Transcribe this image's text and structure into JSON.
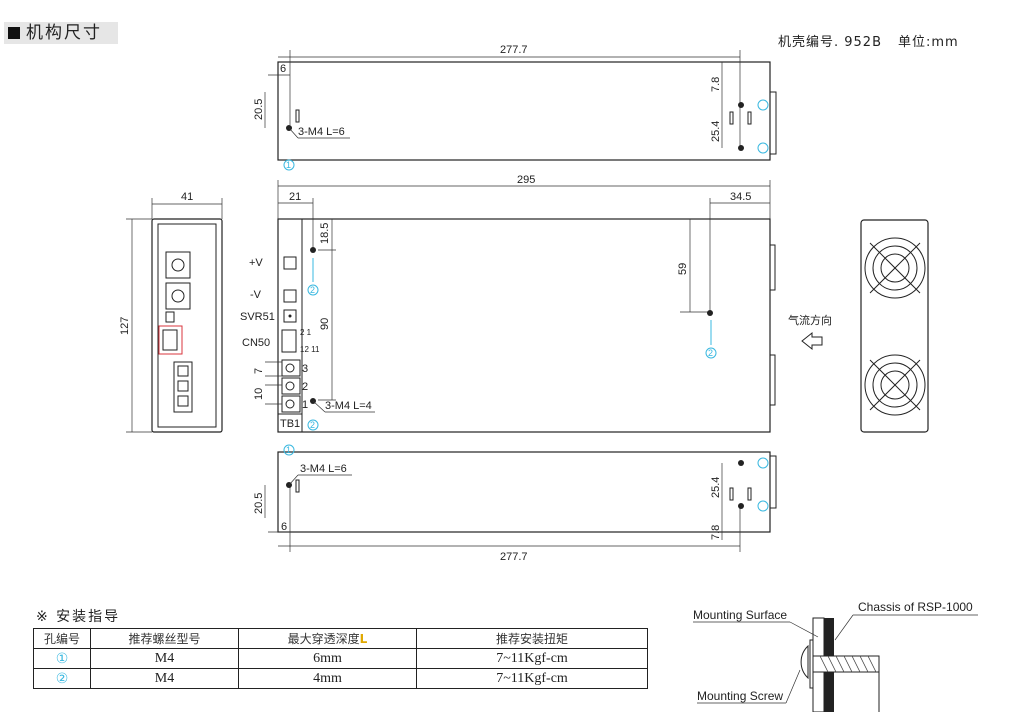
{
  "header": {
    "title": "机构尺寸",
    "case_no": "机壳编号. 952B",
    "unit": "单位:mm"
  },
  "top_view": {
    "length": "277.7",
    "offset": "6",
    "height": "20.5",
    "right_top": "7.8",
    "right_spacing": "25.4",
    "screw": "3-M4  L=6",
    "hole_label": "①"
  },
  "front_view": {
    "length": "295",
    "left_offset": "21",
    "right_offset": "34.5",
    "vert_right": "59",
    "vert_top": "18.5",
    "vert_mid": "90",
    "screw": "3-M4  L=4",
    "hole_label": "②",
    "terminals": [
      "+V",
      "-V",
      "SVR51",
      "CN50"
    ],
    "cn_pins_top": "2 1",
    "cn_pins_bottom": "12 11",
    "tb_numbers": [
      "3",
      "2",
      "1"
    ],
    "tb_pitch": "7",
    "tb_spacing": "10",
    "tb_name": "TB1"
  },
  "side_view": {
    "width": "41",
    "height": "127"
  },
  "airflow": {
    "label": "气流方向"
  },
  "bottom_view": {
    "length": "277.7",
    "offset": "6",
    "height": "20.5",
    "right_bottom": "7.8",
    "right_spacing": "25.4",
    "screw": "3-M4  L=6",
    "hole_label": "①"
  },
  "install": {
    "title": "※ 安装指导",
    "headers": [
      "孔编号",
      "推荐螺丝型号",
      "最大穿透深度",
      "推荐安装扭矩"
    ],
    "header_highlight": "L",
    "rows": [
      {
        "hole": "①",
        "screw": "M4",
        "depth": "6mm",
        "torque": "7~11Kgf-cm"
      },
      {
        "hole": "②",
        "screw": "M4",
        "depth": "4mm",
        "torque": "7~11Kgf-cm"
      }
    ]
  },
  "mounting": {
    "surface": "Mounting Surface",
    "chassis": "Chassis of RSP-1000",
    "screw": "Mounting Screw"
  }
}
